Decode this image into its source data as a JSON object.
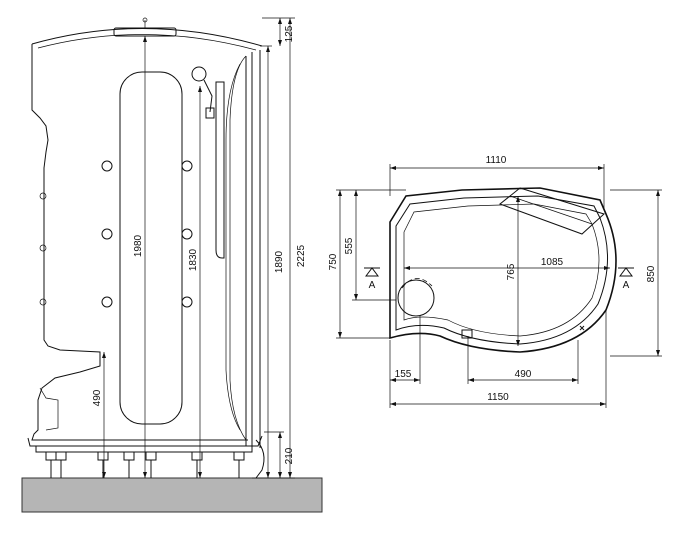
{
  "side_view": {
    "dimensions": {
      "top_cap": "125",
      "inner_height": "1980",
      "handrail_height": "1830",
      "panel_height": "1890",
      "total_height": "2225",
      "seat_height": "490",
      "base_height": "210"
    }
  },
  "plan_view": {
    "dimensions": {
      "top_width": "1110",
      "left_outer_depth": "750",
      "left_inner_depth": "555",
      "center_depth": "765",
      "diagonal_length": "1085",
      "right_depth": "850",
      "bottom_left": "155",
      "bottom_middle": "490",
      "total_width": "1150"
    },
    "section_marks": [
      "A",
      "A"
    ]
  },
  "colors": {
    "line": "#111111",
    "floor": "#b5b5b5"
  }
}
